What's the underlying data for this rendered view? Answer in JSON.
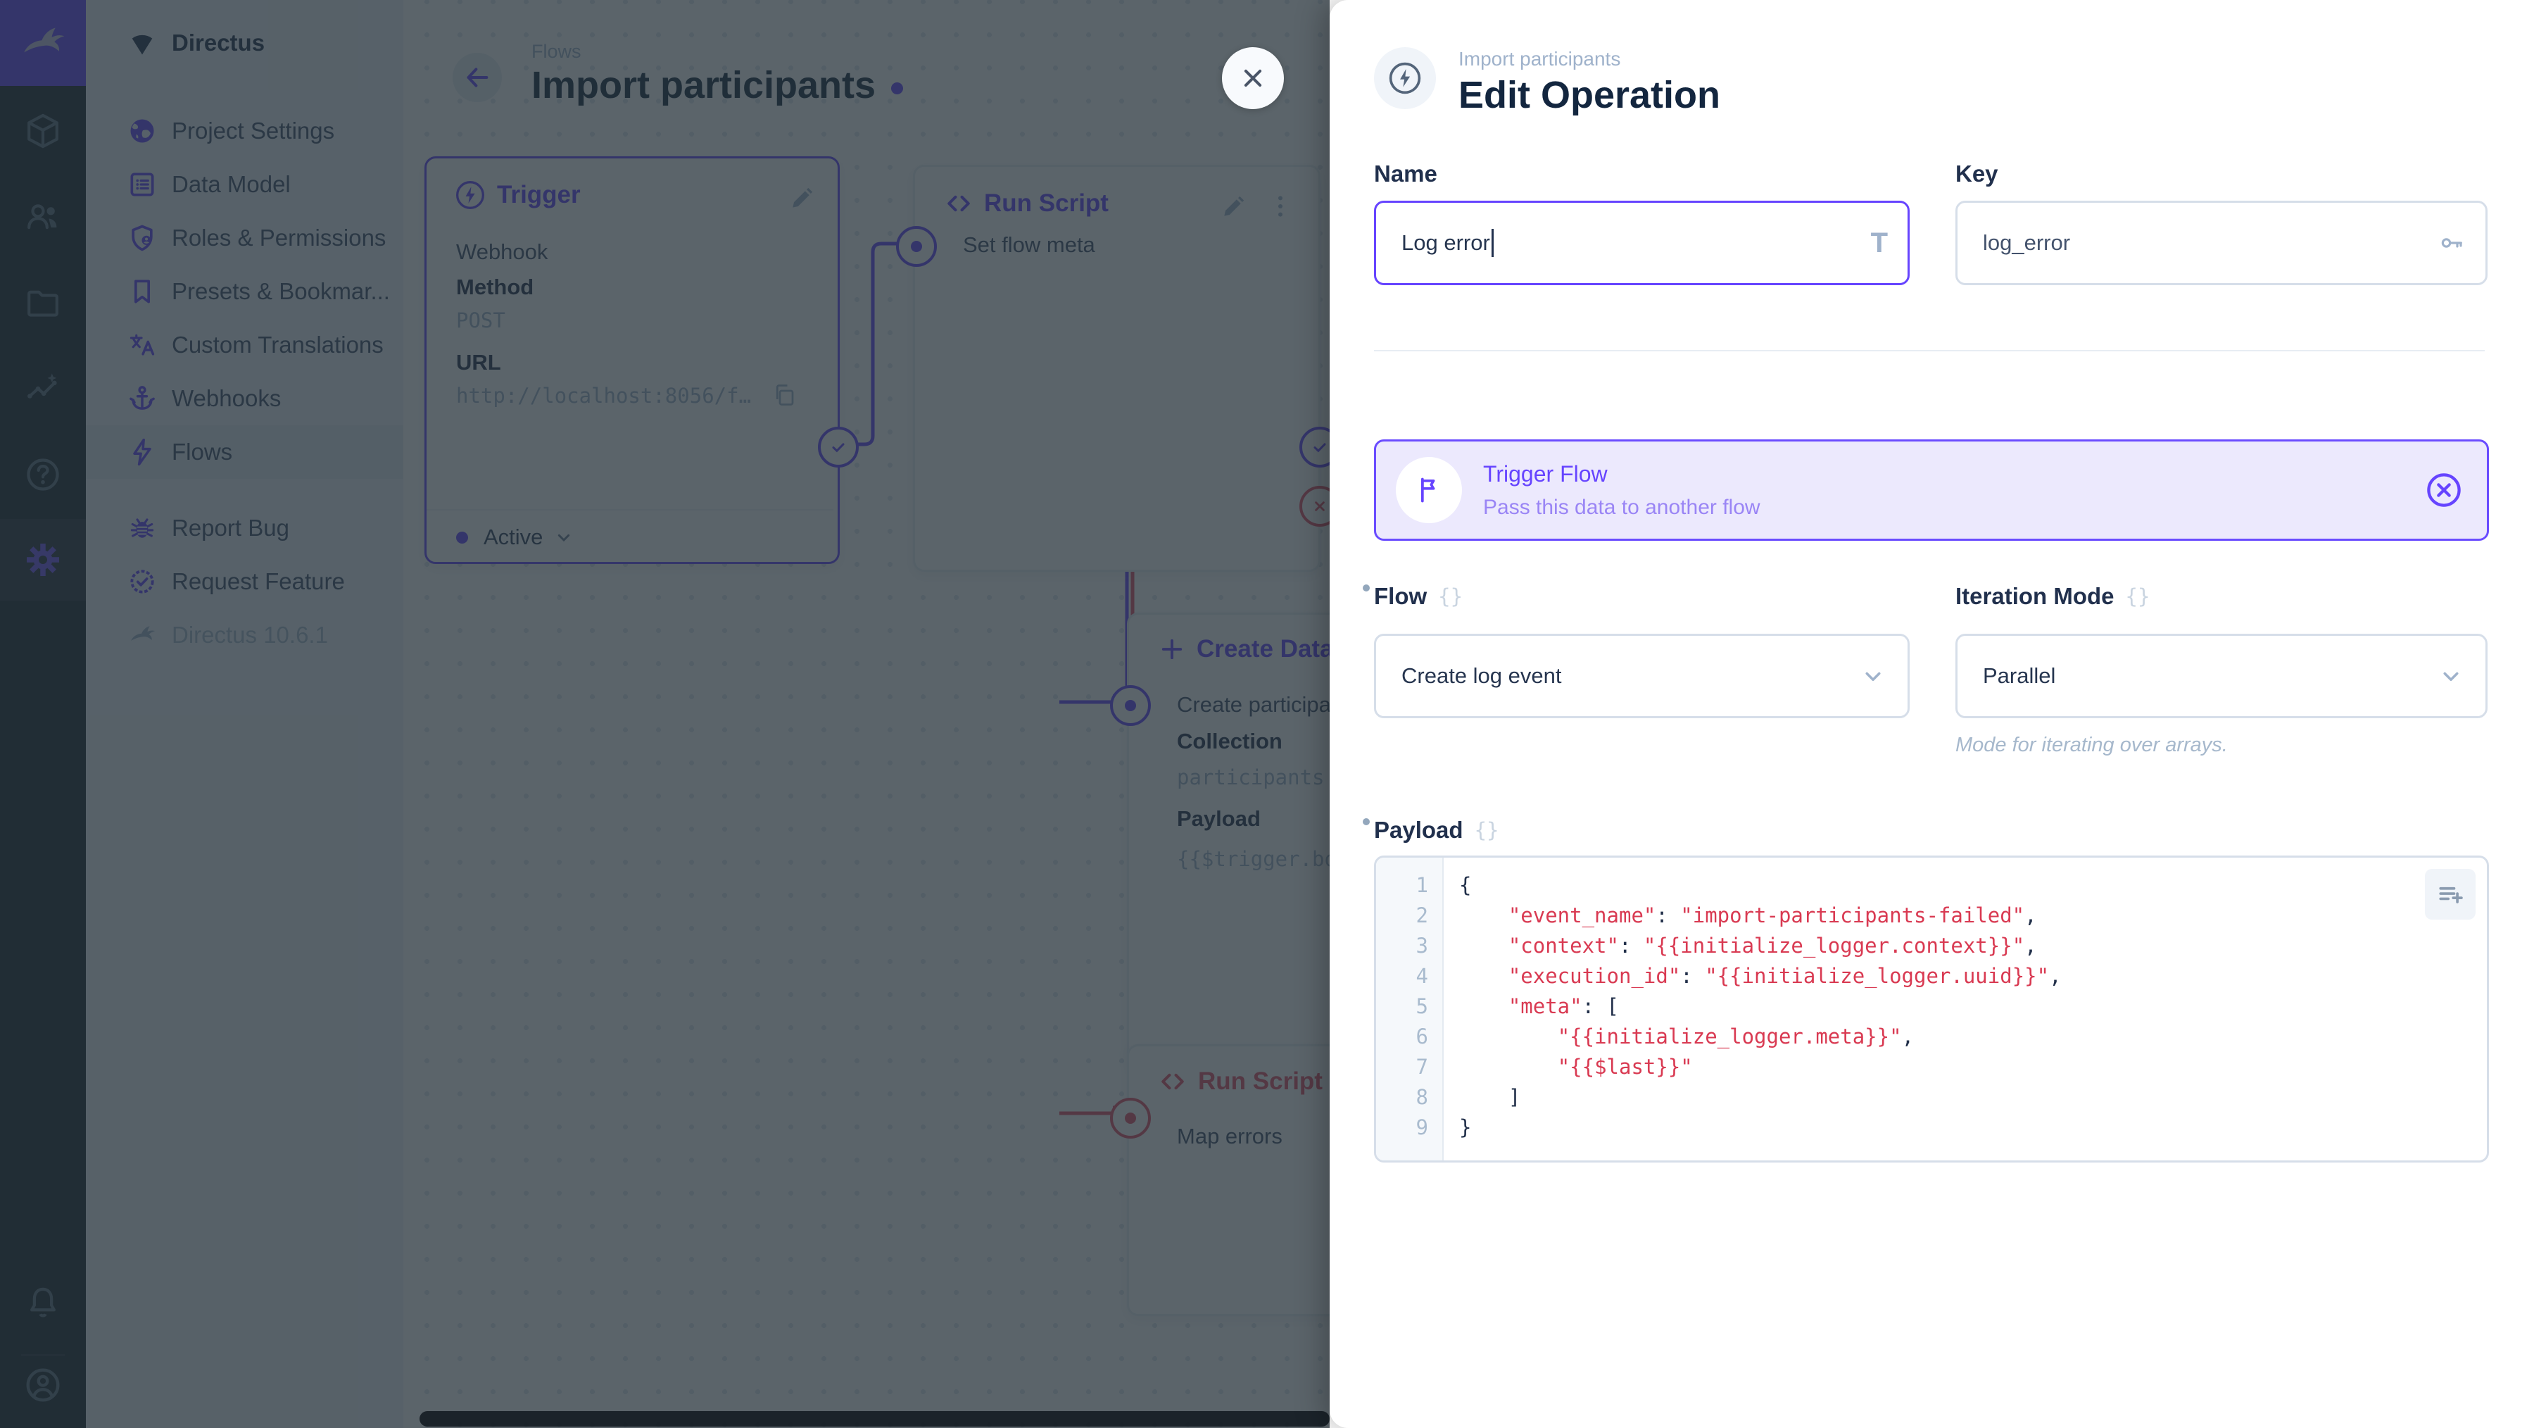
{
  "app": {
    "accent": "#6644FF",
    "danger": "#E35169"
  },
  "module_bar": {
    "logo_icon": "directus-rabbit-icon",
    "icons": [
      "collections-cube-icon",
      "users-icon",
      "files-folder-icon",
      "insights-icon",
      "docs-help-icon",
      "settings-gear-icon",
      "notifications-bell-icon",
      "account-avatar-icon"
    ]
  },
  "sidebar": {
    "project_name": "Directus",
    "items": [
      {
        "label": "Project Settings",
        "icon": "globe-icon"
      },
      {
        "label": "Data Model",
        "icon": "list-icon"
      },
      {
        "label": "Roles & Permissions",
        "icon": "shield-user-icon"
      },
      {
        "label": "Presets & Bookmar...",
        "icon": "bookmark-icon"
      },
      {
        "label": "Custom Translations",
        "icon": "translate-icon"
      },
      {
        "label": "Webhooks",
        "icon": "anchor-icon"
      },
      {
        "label": "Flows",
        "icon": "bolt-icon",
        "active": true
      }
    ],
    "footer": [
      {
        "label": "Report Bug",
        "icon": "bug-icon"
      },
      {
        "label": "Request Feature",
        "icon": "badge-check-icon"
      }
    ],
    "version": "Directus 10.6.1"
  },
  "canvas": {
    "breadcrumb": "Flows",
    "title": "Import participants",
    "trigger_panel": {
      "title": "Trigger",
      "type": "Webhook",
      "method_label": "Method",
      "method": "POST",
      "url_label": "URL",
      "url": "http://localhost:8056/f…",
      "status": "Active"
    },
    "run_script_panel": {
      "title": "Run Script",
      "name": "Set flow meta"
    },
    "create_data_panel": {
      "title": "Create Data",
      "name": "Create participant",
      "collection_label": "Collection",
      "collection": "participants",
      "payload_label": "Payload",
      "payload": "{{$trigger.body}}"
    },
    "map_errors_panel": {
      "title": "Run Script",
      "name": "Map errors"
    }
  },
  "drawer": {
    "breadcrumb": "Import participants",
    "title": "Edit Operation",
    "name_field": {
      "label": "Name",
      "value": "Log error"
    },
    "key_field": {
      "label": "Key",
      "value": "log_error"
    },
    "banner": {
      "title": "Trigger Flow",
      "subtitle": "Pass this data to another flow"
    },
    "flow_field": {
      "label": "Flow",
      "value": "Create log event"
    },
    "iteration_field": {
      "label": "Iteration Mode",
      "value": "Parallel",
      "note": "Mode for iterating over arrays."
    },
    "payload_field": {
      "label": "Payload",
      "lines": [
        "{",
        "    \"event_name\": \"import-participants-failed\",",
        "    \"context\": \"{{initialize_logger.context}}\",",
        "    \"execution_id\": \"{{initialize_logger.uuid}}\",",
        "    \"meta\": [",
        "        \"{{initialize_logger.meta}}\",",
        "        \"{{$last}}\"",
        "    ]",
        "}"
      ]
    }
  }
}
